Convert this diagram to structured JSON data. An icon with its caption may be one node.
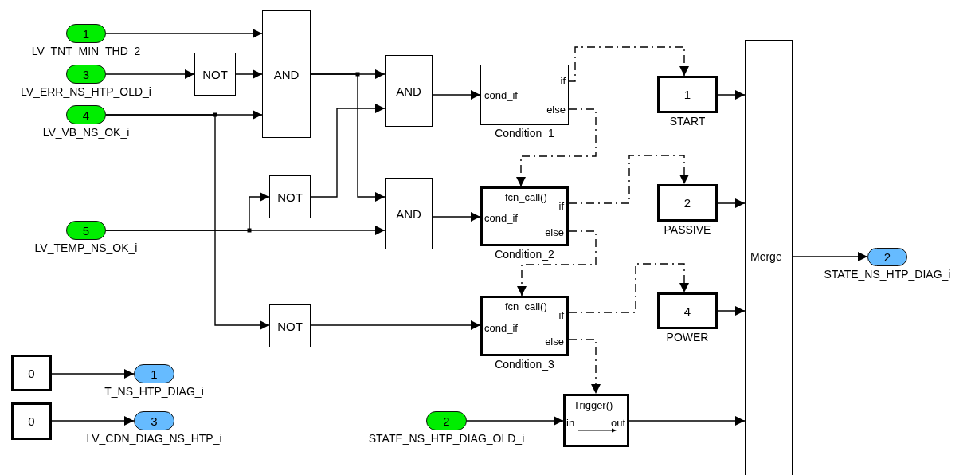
{
  "diagram": {
    "nodes": [
      {
        "text": [
          "1"
        ],
        "beside": [
          "LV_TNT_MIN_THD_2"
        ]
      },
      {
        "text": [
          "3"
        ],
        "beside": [
          "LV_ERR_NS_HTP_OLD_i"
        ]
      },
      {
        "text": [
          "4"
        ],
        "beside": [
          "LV_VB_NS_OK_i"
        ]
      },
      {
        "text": [
          "NOT"
        ]
      },
      {
        "text": [
          "AND"
        ]
      },
      {
        "text": [
          "AND"
        ]
      },
      {
        "text": [
          "if",
          "cond_if",
          "else"
        ],
        "beside": [
          "Condition_1"
        ]
      },
      {
        "text": [
          "1"
        ],
        "beside": [
          "START"
        ]
      },
      {
        "text": [
          "NOT"
        ]
      },
      {
        "text": [
          "AND"
        ]
      },
      {
        "text": [
          "fcn_call()",
          "if",
          "cond_if",
          "else"
        ],
        "beside": [
          "Condition_2"
        ]
      },
      {
        "text": [
          "2"
        ],
        "beside": [
          "PASSIVE"
        ]
      },
      {
        "text": [
          "5"
        ],
        "beside": [
          "LV_TEMP_NS_OK_i"
        ]
      },
      {
        "text": [
          "Merge"
        ]
      },
      {
        "text": [
          "2"
        ],
        "beside": [
          "STATE_NS_HTP_DIAG_i"
        ]
      },
      {
        "text": [
          "NOT"
        ]
      },
      {
        "text": [
          "fcn_call()",
          "if",
          "cond_if",
          "else"
        ],
        "beside": [
          "Condition_3"
        ]
      },
      {
        "text": [
          "4"
        ],
        "beside": [
          "POWER"
        ]
      },
      {
        "text": [
          "0"
        ]
      },
      {
        "text": [
          "1"
        ],
        "beside": [
          "T_NS_HTP_DIAG_i"
        ]
      },
      {
        "text": [
          "0"
        ]
      },
      {
        "text": [
          "3"
        ],
        "beside": [
          "LV_CDN_DIAG_NS_HTP_i"
        ]
      },
      {
        "text": [
          "2"
        ],
        "beside": [
          "STATE_NS_HTP_DIAG_OLD_i"
        ]
      },
      {
        "text": [
          "Trigger()",
          "in",
          "out"
        ]
      }
    ],
    "edges": [
      {
        "from": 0,
        "to": 4,
        "arrow": "to"
      },
      {
        "from": 1,
        "to": 3,
        "arrow": "to"
      },
      {
        "from": 3,
        "to": 4,
        "arrow": "to"
      },
      {
        "from": 2,
        "to": 4,
        "arrow": "to"
      },
      {
        "from": 4,
        "to": 5,
        "arrow": "to"
      },
      {
        "from": 4,
        "to": 9,
        "arrow": "to"
      },
      {
        "from": 8,
        "to": 5,
        "arrow": "to"
      },
      {
        "from": 2,
        "to": 15,
        "arrow": "to"
      },
      {
        "from": 12,
        "to": 8,
        "arrow": "to"
      },
      {
        "from": 12,
        "to": 9,
        "arrow": "to"
      },
      {
        "from": 5,
        "to": 6,
        "arrow": "to"
      },
      {
        "from": 9,
        "to": 10,
        "arrow": "to"
      },
      {
        "from": 15,
        "to": 16,
        "arrow": "to"
      },
      {
        "from": 6,
        "to": 7,
        "arrow": "to",
        "style": "dashed"
      },
      {
        "from": 6,
        "to": 10,
        "arrow": "to",
        "style": "dashed"
      },
      {
        "from": 10,
        "to": 11,
        "arrow": "to",
        "style": "dashed"
      },
      {
        "from": 10,
        "to": 16,
        "arrow": "to",
        "style": "dashed"
      },
      {
        "from": 16,
        "to": 17,
        "arrow": "to",
        "style": "dashed"
      },
      {
        "from": 16,
        "to": 23,
        "arrow": "to",
        "style": "dashed"
      },
      {
        "from": 7,
        "to": 13,
        "arrow": "to"
      },
      {
        "from": 11,
        "to": 13,
        "arrow": "to"
      },
      {
        "from": 17,
        "to": 13,
        "arrow": "to"
      },
      {
        "from": 23,
        "to": 13,
        "arrow": "to"
      },
      {
        "from": 13,
        "to": 14,
        "arrow": "to"
      },
      {
        "from": 18,
        "to": 19,
        "arrow": "to"
      },
      {
        "from": 20,
        "to": 21,
        "arrow": "to"
      },
      {
        "from": 22,
        "to": 23,
        "arrow": "to"
      }
    ]
  }
}
